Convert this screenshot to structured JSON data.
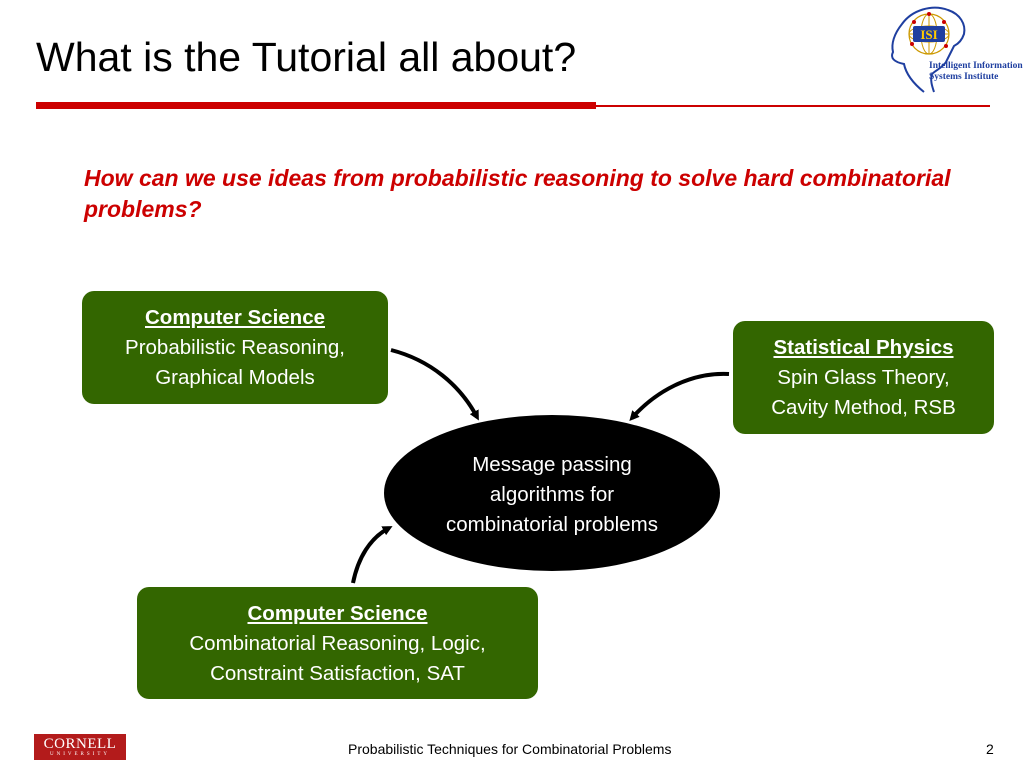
{
  "slide": {
    "title": "What is the Tutorial all about?",
    "question": "How can we use ideas from probabilistic reasoning to solve hard combinatorial problems?"
  },
  "logo": {
    "badge": "ISI",
    "line1": "Intelligent Information",
    "line2": "Systems Institute"
  },
  "diagram": {
    "box_cs_probabilistic": {
      "heading": "Computer Science",
      "line1": "Probabilistic Reasoning,",
      "line2": "Graphical Models"
    },
    "box_physics": {
      "heading": "Statistical Physics",
      "line1": "Spin Glass Theory,",
      "line2": "Cavity Method, RSB"
    },
    "box_cs_combinatorial": {
      "heading": "Computer Science",
      "line1": "Combinatorial Reasoning, Logic,",
      "line2": "Constraint Satisfaction, SAT"
    },
    "center": {
      "line1": "Message passing",
      "line2": "algorithms for",
      "line3": "combinatorial problems"
    }
  },
  "footer": {
    "university": "CORNELL",
    "university_sub": "UNIVERSITY",
    "text": "Probabilistic Techniques for Combinatorial Problems",
    "page_number": "2"
  },
  "colors": {
    "accent_red": "#cc0000",
    "box_green": "#336600",
    "cornell_red": "#b31b1b",
    "logo_blue": "#1f3fa0"
  }
}
